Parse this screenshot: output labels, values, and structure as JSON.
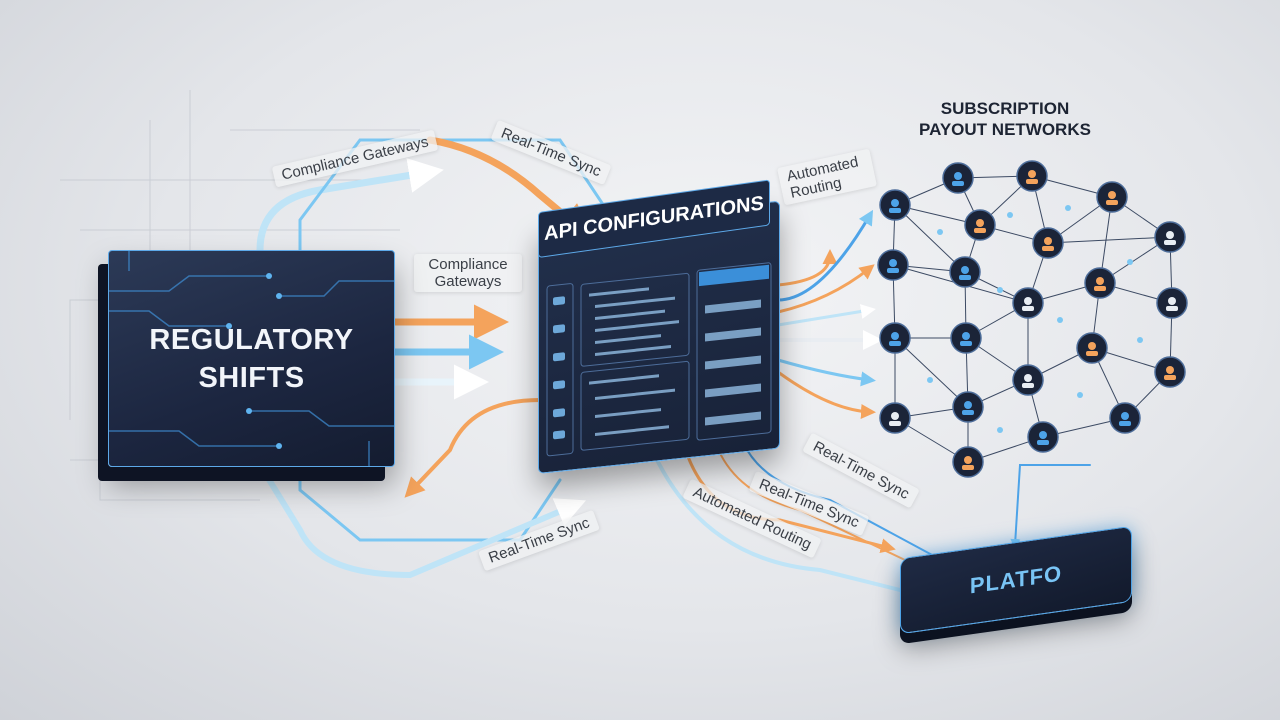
{
  "regulatory_block": {
    "title_line1": "REGULATORY",
    "title_line2": "SHIFTS"
  },
  "api_panel": {
    "title": "API CONFIGURATIONS"
  },
  "network": {
    "title_line1": "SUBSCRIPTION",
    "title_line2": "PAYOUT NETWORKS",
    "nodes": [
      {
        "icon": "user-icon"
      },
      {
        "icon": "monitor-icon"
      },
      {
        "icon": "chart-icon"
      },
      {
        "icon": "users-icon"
      },
      {
        "icon": "users-icon"
      },
      {
        "icon": "gear-icon"
      },
      {
        "icon": "bank-icon"
      },
      {
        "icon": "handshake-icon"
      },
      {
        "icon": "building-icon"
      },
      {
        "icon": "bank-icon"
      },
      {
        "icon": "document-icon"
      },
      {
        "icon": "bank-icon"
      },
      {
        "icon": "user-icon"
      },
      {
        "icon": "diamond-icon"
      },
      {
        "icon": "location-icon"
      },
      {
        "icon": "users-icon"
      },
      {
        "icon": "bank-icon"
      },
      {
        "icon": "hands-icon"
      },
      {
        "icon": "bank-icon"
      },
      {
        "icon": "user-icon"
      },
      {
        "icon": "handshake-icon"
      },
      {
        "icon": "document-icon"
      }
    ]
  },
  "platform": {
    "label": "PLATFO"
  },
  "flow_labels": {
    "compliance_gateways_top": "Compliance Gateways",
    "realtime_sync_top": "Real-Time Sync",
    "compliance_gateways_mid": "Compliance Gateways",
    "automated_routing_top": "Automated Routing",
    "realtime_sync_right": "Real-Time Sync",
    "realtime_sync_mid": "Real-Time Sync",
    "automated_routing_bottom": "Automated Routing",
    "realtime_sync_bottom": "Real-Time Sync"
  },
  "colors": {
    "orange": "#f4a35c",
    "blue": "#7cc7f2",
    "navy": "#1c2640",
    "accent": "#4da3e8"
  }
}
